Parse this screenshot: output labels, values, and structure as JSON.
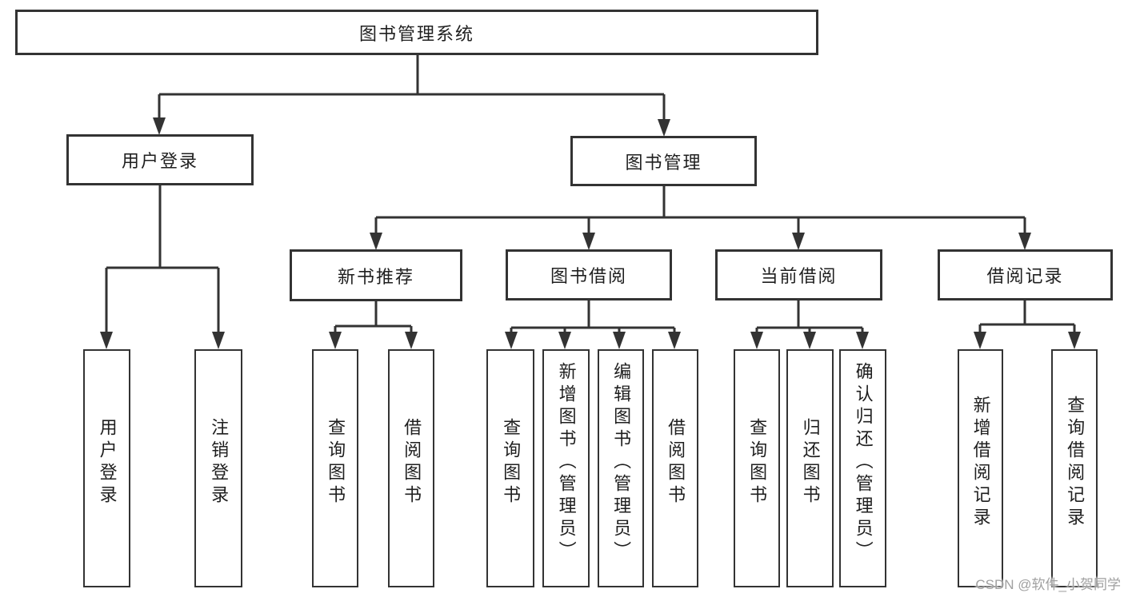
{
  "diagram": {
    "type": "hierarchy-tree",
    "root": {
      "label": "图书管理系统",
      "children": [
        {
          "label": "用户登录",
          "children": [
            {
              "label": "用户登录"
            },
            {
              "label": "注销登录"
            }
          ]
        },
        {
          "label": "图书管理",
          "children": [
            {
              "label": "新书推荐",
              "children": [
                {
                  "label": "查询图书"
                },
                {
                  "label": "借阅图书"
                }
              ]
            },
            {
              "label": "图书借阅",
              "children": [
                {
                  "label": "查询图书"
                },
                {
                  "label": "新增图书（管理员）"
                },
                {
                  "label": "编辑图书（管理员）"
                },
                {
                  "label": "借阅图书"
                }
              ]
            },
            {
              "label": "当前借阅",
              "children": [
                {
                  "label": "查询图书"
                },
                {
                  "label": "归还图书"
                },
                {
                  "label": "确认归还（管理员）"
                }
              ]
            },
            {
              "label": "借阅记录",
              "children": [
                {
                  "label": "新增借阅记录"
                },
                {
                  "label": "查询借阅记录"
                }
              ]
            }
          ]
        }
      ]
    },
    "watermark": "CSDN @软件_小贺同学",
    "colors": {
      "line": "#333333",
      "text": "#1f1f1f",
      "box_background": "#ffffff",
      "watermark": "#a0a0a0",
      "background": "#ffffff"
    }
  }
}
